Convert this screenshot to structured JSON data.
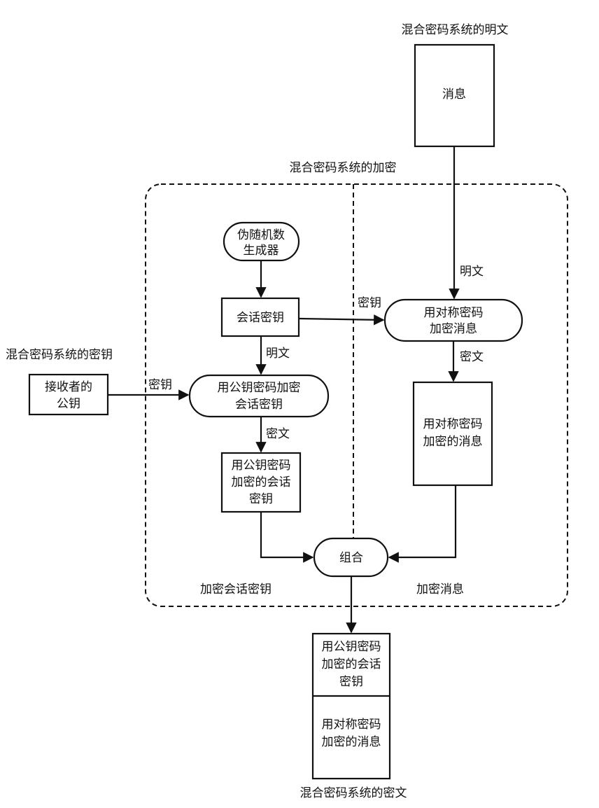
{
  "plaintext_title": "混合密码系统的明文",
  "message_box": "消息",
  "encryption_title": "混合密码系统的加密",
  "prng_lines": [
    "伪随机数",
    "生成器"
  ],
  "session_key_box": "会话密钥",
  "key_label_session_to_sym": "密钥",
  "plaintext_label_right": "明文",
  "sym_encrypt_lines": [
    "用对称密码",
    "加密消息"
  ],
  "ciphertext_label_right": "密文",
  "sym_encrypted_msg_lines": [
    "用对称密码",
    "加密的消息"
  ],
  "key_system_title": "混合密码系统的密钥",
  "receiver_pubkey_lines": [
    "接收者的",
    "公钥"
  ],
  "key_label_pubkey": "密钥",
  "plaintext_label_left": "明文",
  "pub_encrypt_lines": [
    "用公钥密码加密",
    "会话密钥"
  ],
  "ciphertext_label_left": "密文",
  "pub_encrypted_key_lines": [
    "用公钥密码",
    "加密的会话",
    "密钥"
  ],
  "combine_label": "组合",
  "encrypt_session_key_label": "加密会话密钥",
  "encrypt_message_label": "加密消息",
  "output_top_lines": [
    "用公钥密码",
    "加密的会话",
    "密钥"
  ],
  "output_bottom_lines": [
    "用对称密码",
    "加密的消息"
  ],
  "ciphertext_system_title": "混合密码系统的密文"
}
